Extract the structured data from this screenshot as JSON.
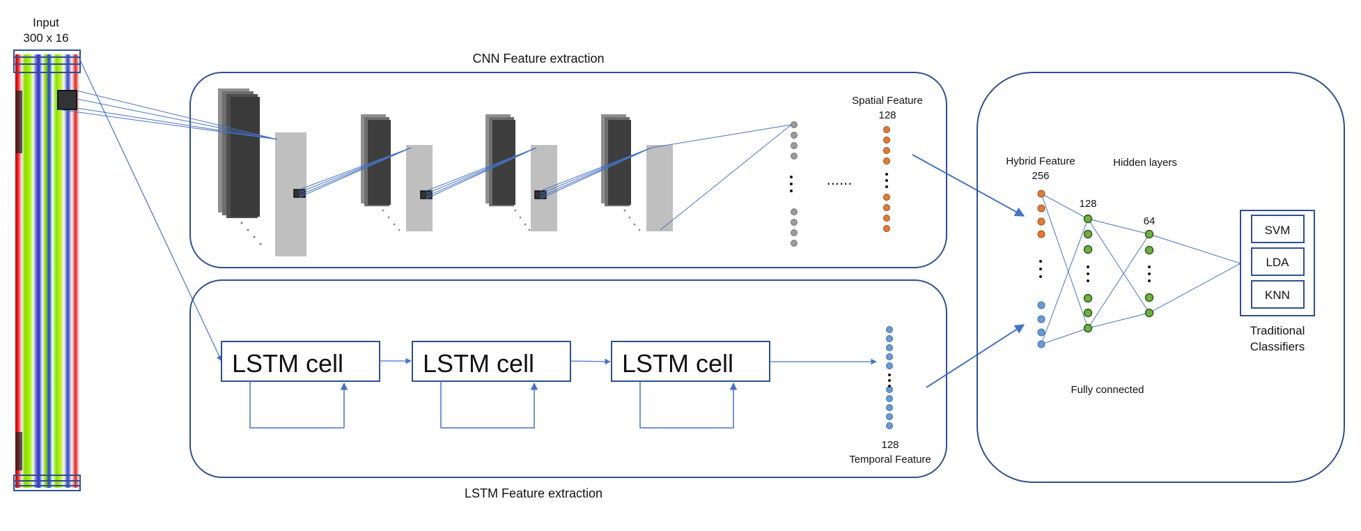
{
  "input": {
    "title": "Input",
    "size": "300 x 16"
  },
  "cnn": {
    "title": "CNN Feature extraction",
    "spatial_title": "Spatial Feature",
    "spatial_count": "128",
    "ellipsis": "......"
  },
  "lstm": {
    "title": "LSTM Feature extraction",
    "cell_label": "LSTM cell",
    "temporal_count": "128",
    "temporal_title": "Temporal Feature"
  },
  "classifier": {
    "hybrid_title": "Hybrid Feature",
    "hybrid_count": "256",
    "hidden_title": "Hidden layers",
    "layer1_count": "128",
    "layer2_count": "64",
    "fc_label": "Fully connected",
    "classifiers": [
      "SVM",
      "LDA",
      "KNN"
    ],
    "group_title_line1": "Traditional",
    "group_title_line2": "Classifiers"
  },
  "colors": {
    "frame": "#2e4f8f",
    "line": "#4472c4",
    "gray_node": "#9a9a9a",
    "orange_node": "#e07b39",
    "green_node": "#70ad47",
    "blue_node": "#6c9bd2",
    "feature_map": "#4a4a4a",
    "gray_map": "#bfbfbf"
  }
}
